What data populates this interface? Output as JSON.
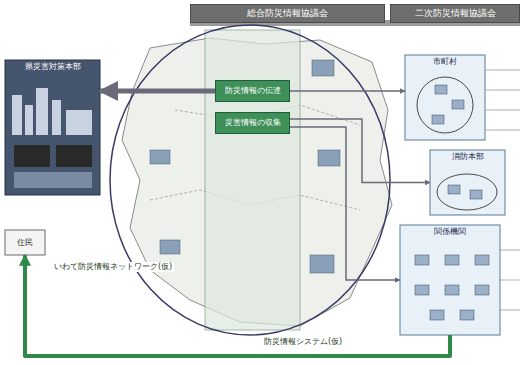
{
  "diagram": {
    "nodes": [
      {
        "text": [
          "総合防災情報協議会"
        ]
      },
      {
        "text": [
          "二次防災情報協議会"
        ]
      },
      {
        "text": [
          "県災害対策本部"
        ]
      },
      {
        "text": [
          "防災情報の伝達"
        ]
      },
      {
        "text": [
          "災害情報の収集"
        ]
      },
      {
        "text": [
          "市町村"
        ]
      },
      {
        "text": [
          "消防本部"
        ]
      },
      {
        "text": [
          "関係機関"
        ]
      },
      {
        "text": [
          "住民"
        ]
      }
    ],
    "edges": [
      {
        "from": 3,
        "to": 2,
        "arrow": "to"
      },
      {
        "from": 3,
        "to": 5,
        "arrow": "to"
      },
      {
        "from": 4,
        "to": 6,
        "arrow": "to"
      },
      {
        "from": 4,
        "to": 7,
        "arrow": "to"
      },
      {
        "from": 7,
        "to": 8,
        "arrow": "to"
      }
    ],
    "labels": [
      "いわて防災情報ネットワーク(仮)",
      "防災情報システム(仮)"
    ]
  }
}
